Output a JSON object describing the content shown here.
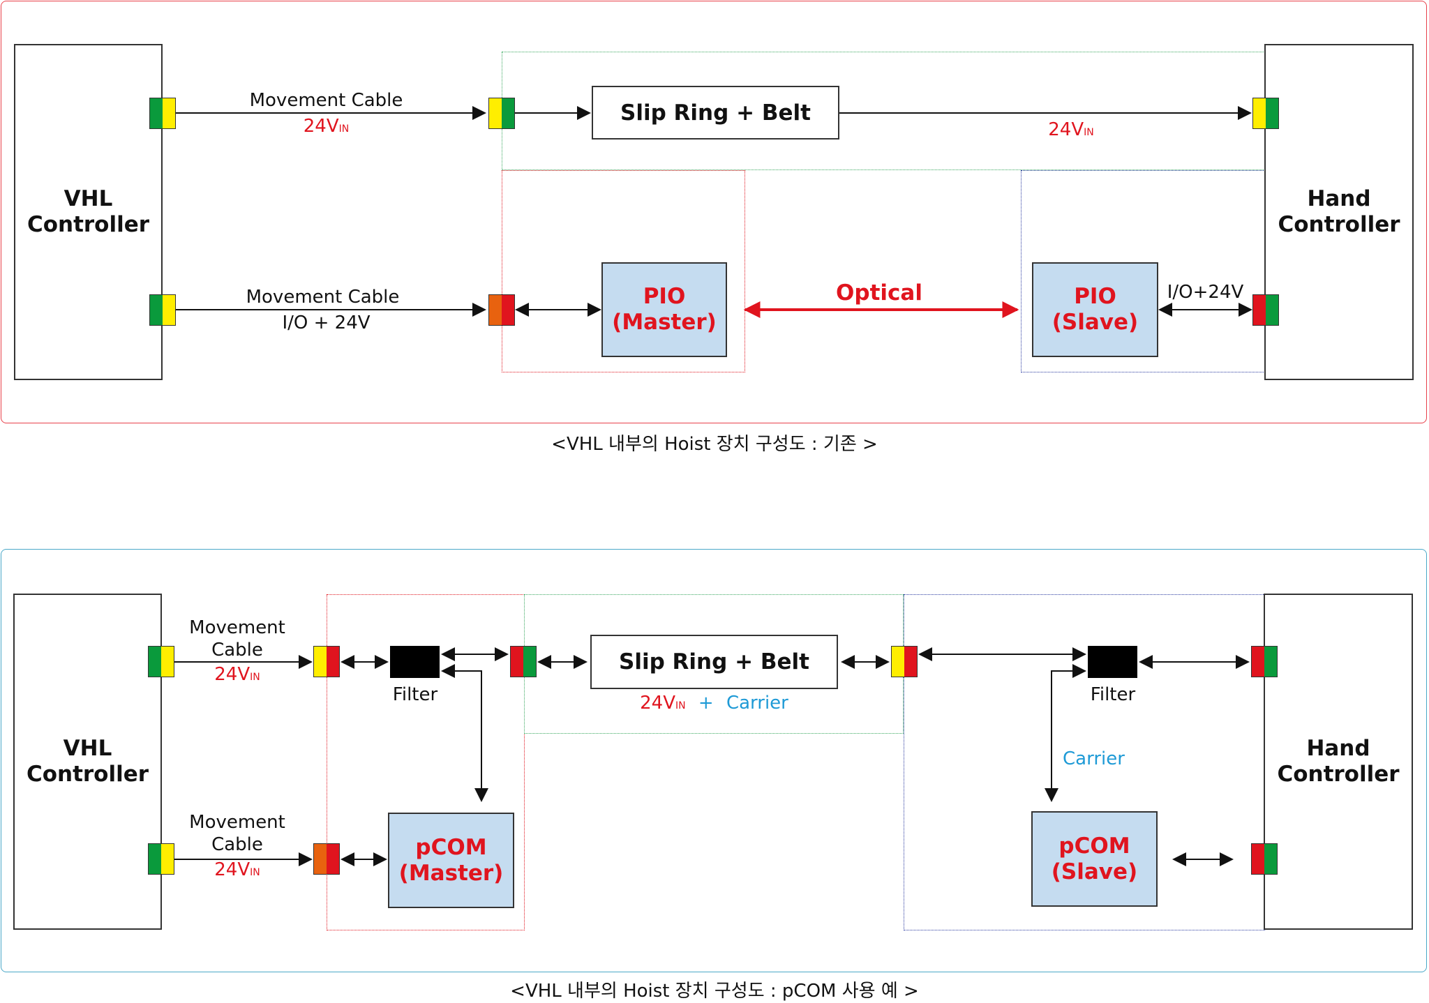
{
  "colors": {
    "connector_green": "#0a9a3c",
    "connector_yellow": "#ffee00",
    "connector_orange": "#e8620f",
    "connector_red": "#e0141e",
    "pio_fill": "#c5dcf0",
    "text_red": "#e0141e",
    "text_blue": "#1e9ad6",
    "frame_top": "#e8404a",
    "frame_bottom": "#4aa8c8"
  },
  "top": {
    "caption": "<VHL 내부의 Hoist 장치 구성도 : 기존 >",
    "vhl_controller": "VHL\nController",
    "hand_controller": "Hand\nController",
    "slip_ring": "Slip Ring + Belt",
    "pio_master": "PIO\n(Master)",
    "pio_slave": "PIO\n(Slave)",
    "optical": "Optical",
    "cable1_label": "Movement Cable",
    "cable1_voltage_main": "24V",
    "cable1_voltage_sub": "IN",
    "belt_voltage_main": "24V",
    "belt_voltage_sub": "IN",
    "cable2_label": "Movement Cable",
    "cable2_sublabel": "I/O + 24V",
    "slave_io_label": "I/O+24V"
  },
  "bottom": {
    "caption": "<VHL 내부의 Hoist 장치 구성도 : pCOM 사용 예 >",
    "vhl_controller": "VHL\nController",
    "hand_controller": "Hand\nController",
    "slip_ring": "Slip Ring + Belt",
    "pcom_master": "pCOM\n(Master)",
    "pcom_slave": "pCOM\n(Slave)",
    "cable1_label": "Movement\nCable",
    "cable1_voltage_main": "24V",
    "cable1_voltage_sub": "IN",
    "cable2_label": "Movement\nCable",
    "cable2_voltage_main": "24V",
    "cable2_voltage_sub": "IN",
    "filter_left": "Filter",
    "filter_right": "Filter",
    "belt_voltage_main": "24V",
    "belt_voltage_sub": "IN",
    "belt_plus": "+",
    "belt_carrier": "Carrier",
    "carrier_label": "Carrier"
  }
}
